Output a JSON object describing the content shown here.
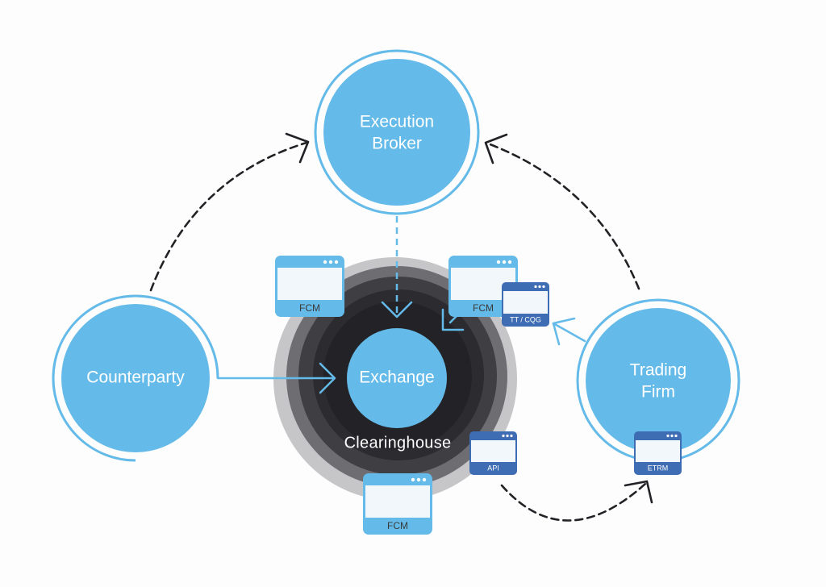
{
  "diagram": {
    "type": "trade-flow-network",
    "colors": {
      "node_fill": "#64bae8",
      "node_ring": "#64bae8",
      "window_light_frame": "#64bae8",
      "window_dark_frame": "#3f6db3",
      "window_body": "#f2f7fb",
      "ring_1": "#c6c6c8",
      "ring_2": "#6e6d72",
      "ring_3": "#3f3e43",
      "ring_4": "#2b2b30",
      "ring_5": "#232327",
      "arrow_dark": "#222226",
      "arrow_blue": "#64bae8"
    },
    "nodes": {
      "execution_broker": {
        "line1": "Execution",
        "line2": "Broker"
      },
      "counterparty": {
        "label": "Counterparty"
      },
      "trading_firm": {
        "line1": "Trading",
        "line2": "Firm"
      },
      "exchange": {
        "label": "Exchange"
      },
      "clearinghouse": {
        "label": "Clearinghouse"
      }
    },
    "windows": {
      "fcm_left": {
        "label": "FCM",
        "style": "light"
      },
      "fcm_right": {
        "label": "FCM",
        "style": "light"
      },
      "fcm_bottom": {
        "label": "FCM",
        "style": "light"
      },
      "tt_cqg": {
        "label": "TT / CQG",
        "style": "dark"
      },
      "api": {
        "label": "API",
        "style": "dark"
      },
      "etrm": {
        "label": "ETRM",
        "style": "dark"
      }
    },
    "connections": [
      {
        "from": "Counterparty",
        "to": "Execution Broker",
        "style": "dashed"
      },
      {
        "from": "Trading Firm",
        "to": "Execution Broker",
        "style": "dashed"
      },
      {
        "from": "Execution Broker",
        "to": "Exchange",
        "style": "dashed-blue"
      },
      {
        "from": "Counterparty",
        "to": "Exchange",
        "style": "solid-blue"
      },
      {
        "from": "FCM",
        "to": "Exchange",
        "style": "solid-blue"
      },
      {
        "from": "Trading Firm",
        "to": "TT / CQG",
        "style": "solid-blue"
      },
      {
        "from": "API",
        "to": "ETRM",
        "style": "dashed"
      }
    ]
  }
}
